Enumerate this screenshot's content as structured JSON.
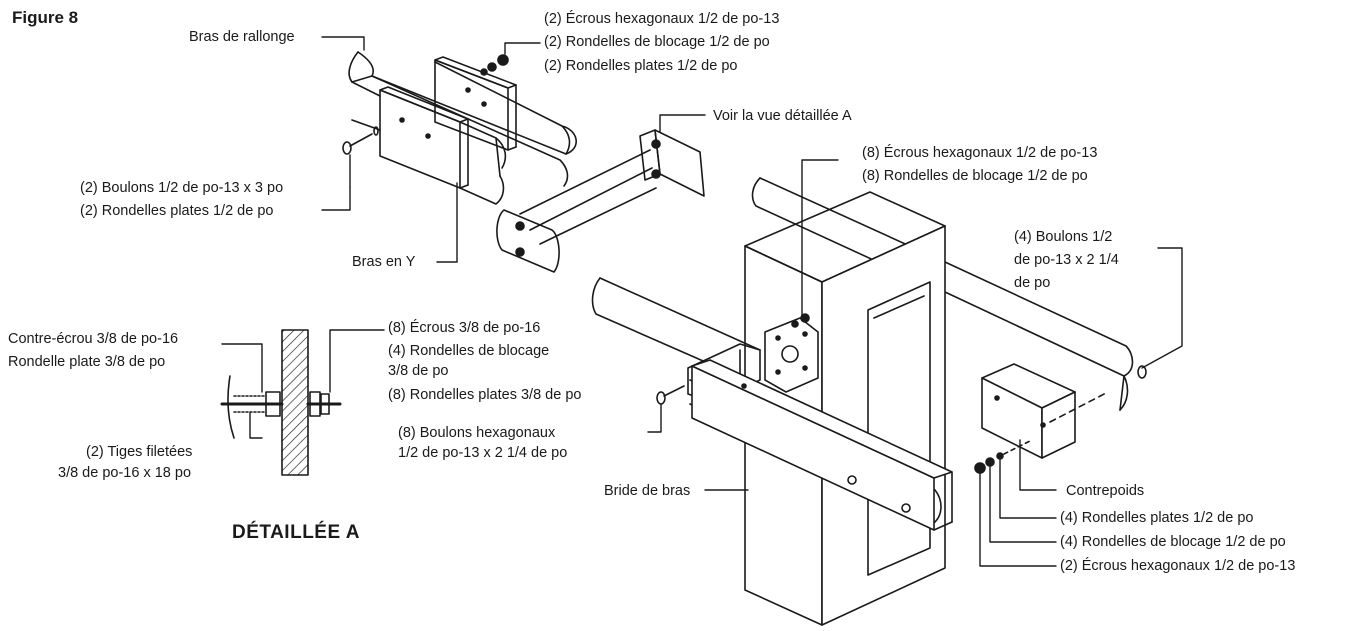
{
  "figure": "Figure 8",
  "detail_title": "DÉTAILLÉE A",
  "labels": {
    "extension_arm": "Bras de rallonge",
    "top_nuts": "(2) Écrous hexagonaux 1/2 de po-13",
    "top_lock": "(2) Rondelles de blocage 1/2 de po",
    "top_flat": "(2) Rondelles plates 1/2 de po",
    "see_detail": "Voir la vue détaillée A",
    "bolts_left": "(2) Boulons 1/2 de po-13 x 3 po",
    "flat_left": "(2) Rondelles plates 1/2 de po",
    "y_arm": "Bras en Y",
    "mid_nuts8": "(8) Écrous hexagonaux 1/2 de po-13",
    "mid_lock8": "(8) Rondelles de blocage 1/2 de po",
    "bolts4_a": "(4) Boulons 1/2",
    "bolts4_b": "de po-13 x 2 1/4",
    "bolts4_c": "de po",
    "locknut": "Contre-écrou 3/8 de po-16",
    "flat38": "Rondelle plate 3/8 de po",
    "nuts38": "(8) Écrous 3/8 de po-16",
    "lock38_a": "(4) Rondelles de blocage",
    "lock38_b": "3/8 de po",
    "flat38_8": "(8) Rondelles plates 3/8 de po",
    "hexbolts_a": "(8) Boulons hexagonaux",
    "hexbolts_b": "1/2 de po-13 x 2 1/4 de po",
    "rods_a": "(2) Tiges filetées",
    "rods_b": "3/8 de po-16 x 18 po",
    "arm_clamp": "Bride de bras",
    "counterweight": "Contrepoids",
    "cw_flat": "(4) Rondelles plates 1/2 de po",
    "cw_lock": "(4) Rondelles de blocage 1/2 de po",
    "cw_nuts": "(2) Écrous hexagonaux 1/2 de po-13"
  }
}
